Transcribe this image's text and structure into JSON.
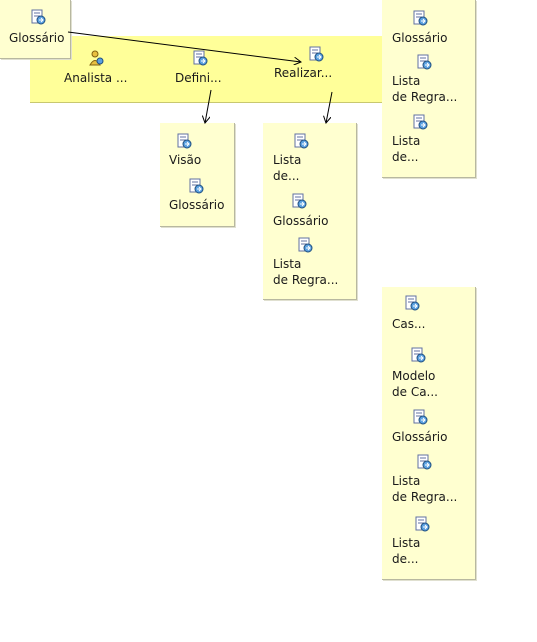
{
  "workflow": {
    "tasks": [
      {
        "label": "Analista ...",
        "icon": "role-icon"
      },
      {
        "label": "Defini...",
        "icon": "task-icon"
      },
      {
        "label": "Realizar...",
        "icon": "task-icon"
      }
    ]
  },
  "floating_input": {
    "label": "Glossário",
    "icon": "artifact-icon"
  },
  "artifact_groups": {
    "top_right": [
      "Glossário",
      "Lista\nde Regra...",
      "Lista\nde..."
    ],
    "defini_outputs": [
      "Visão",
      "Glossário"
    ],
    "realizar_outputs": [
      "Lista\nde...",
      "Glossário",
      "Lista\nde Regra..."
    ],
    "bottom_right": [
      "Cas...",
      "Modelo\nde Ca...",
      "Glossário",
      "Lista\nde Regra...",
      "Lista\nde..."
    ]
  }
}
